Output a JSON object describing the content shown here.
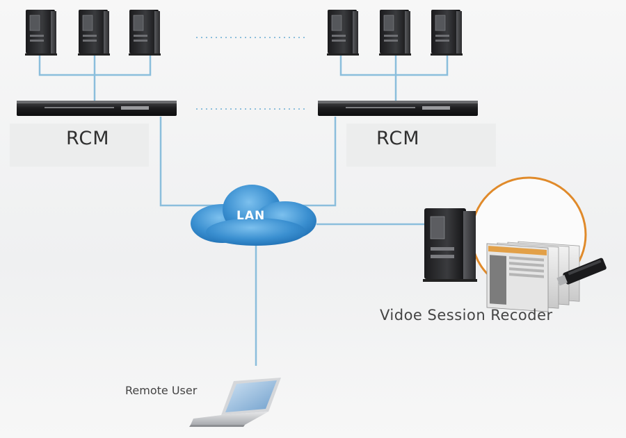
{
  "rcm_left_label": "RCM",
  "rcm_right_label": "RCM",
  "lan_label": "LAN",
  "recorder_label": "Vidoe Session Recoder",
  "remote_user_label": "Remote User",
  "colors": {
    "link_line": "#8bbedc",
    "cloud": "#3a8fd0",
    "recorder_ring": "#e08a2a",
    "background": "#f3f4f5"
  },
  "icons": [
    "server-tower-icon",
    "kvm-switch-icon",
    "lan-cloud-icon",
    "recorder-server-icon",
    "usb-dongle-icon",
    "laptop-icon"
  ]
}
